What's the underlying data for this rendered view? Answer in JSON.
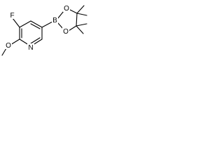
{
  "molecule": {
    "atoms": {
      "fluorine": "F",
      "boron": "B",
      "ring_oxygen_top": "O",
      "ring_oxygen_bottom": "O",
      "methoxy_oxygen": "O",
      "pyridine_nitrogen": "N"
    }
  },
  "colors": {
    "bond": "#000000",
    "label": "#000000",
    "background": "#ffffff"
  }
}
